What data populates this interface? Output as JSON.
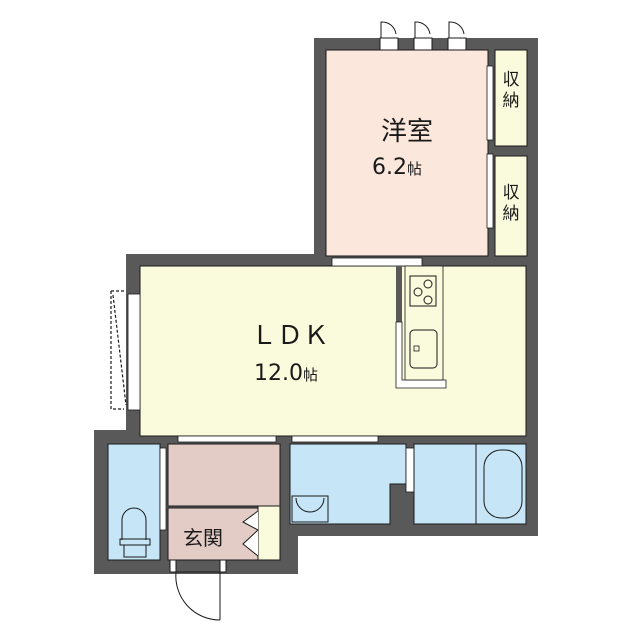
{
  "floorplan": {
    "colors": {
      "wall": "#595959",
      "western_room": "#fbe7dc",
      "ldk": "#fafadc",
      "storage": "#fafadc",
      "wet_area": "#c6e6f8",
      "entrance": "#e3cbc6",
      "line": "#1a1a1a"
    },
    "rooms": {
      "western": {
        "name": "洋室",
        "size": "6.2",
        "unit": "帖"
      },
      "ldk": {
        "name": "ＬＤＫ",
        "size": "12.0",
        "unit": "帖"
      },
      "storage_top": {
        "name_line1": "収",
        "name_line2": "納"
      },
      "storage_bottom": {
        "name_line1": "収",
        "name_line2": "納"
      },
      "entrance": {
        "name": "玄関"
      }
    }
  }
}
